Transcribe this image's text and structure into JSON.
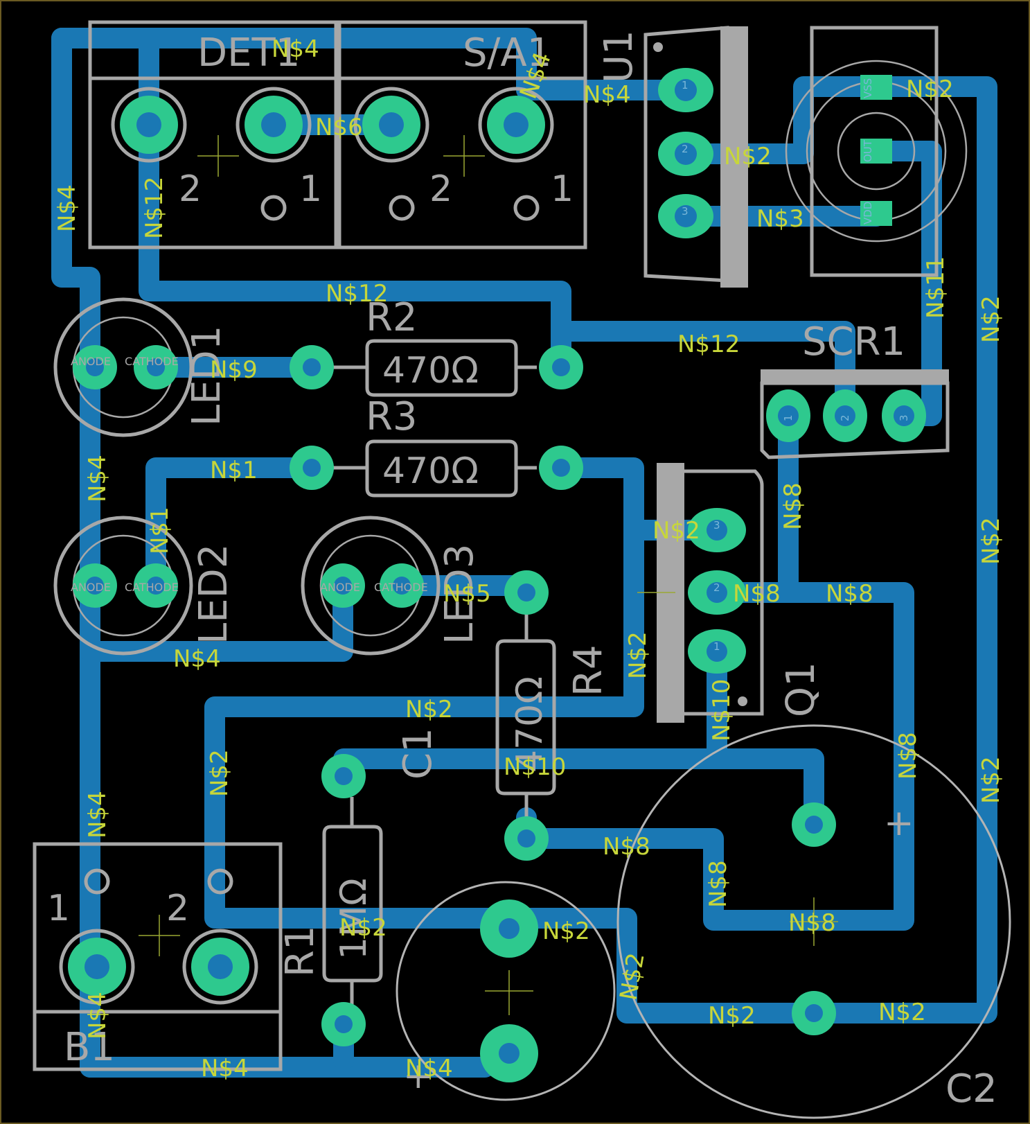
{
  "references": {
    "det1": "DET1",
    "sa1": "S/A1",
    "u1": "U1",
    "r2": "R2",
    "r3": "R3",
    "r4": "R4",
    "r1": "R1",
    "led1": "LED1",
    "led2": "LED2",
    "led3": "LED3",
    "scr1": "SCR1",
    "q1": "Q1",
    "c1": "C1",
    "c2": "C2",
    "b1": "B1"
  },
  "values": {
    "r2": "470Ω",
    "r3": "470Ω",
    "r4": "470Ω",
    "r1": "1MΩ"
  },
  "terminal_numbers": {
    "det_2": "2",
    "det_1": "1",
    "sa_2": "2",
    "sa_1": "1",
    "b_1": "1",
    "b_2": "2"
  },
  "polarity": {
    "c2_plus": "+",
    "c_big_plus": "+"
  },
  "led_pins": {
    "anode": "ANODE",
    "cathode": "CATHODE"
  },
  "nets": {
    "n1": "N$1",
    "n2": "N$2",
    "n3": "N$3",
    "n4": "N$4",
    "n5": "N$5",
    "n6": "N$6",
    "n8": "N$8",
    "n9": "N$9",
    "n10": "N$10",
    "n11": "N$11",
    "n12": "N$12"
  },
  "pin_numbers": {
    "p1": "1",
    "p2": "2",
    "p3": "3"
  },
  "sensor_pins": {
    "vss": "VSS",
    "out": "OUT",
    "vdd": "VDD"
  },
  "colors": {
    "background": "#000000",
    "copper": "#1a78b4",
    "pad": "#2ec98e",
    "silkscreen": "#a8a8a8",
    "net_label": "#c7d63a"
  }
}
